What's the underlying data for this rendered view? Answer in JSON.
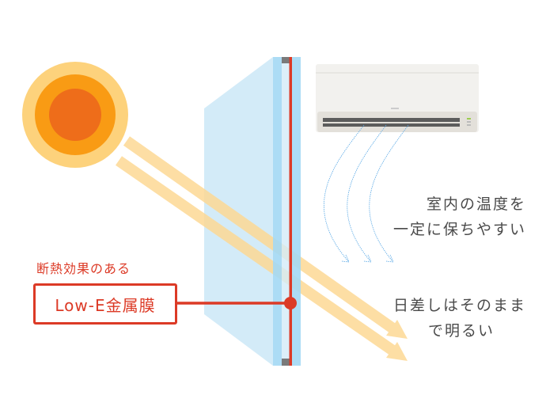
{
  "labels": {
    "film_caption": "断熱効果のある",
    "film_name": "Low-E金属膜",
    "ac_text_line1": "室内の温度を",
    "ac_text_line2": "一定に保ちやすい",
    "sun_text_line1": "日差しはそのまま",
    "sun_text_line2": "で明るい"
  },
  "colors": {
    "accent_red": "#dc3a26",
    "sun_outer": "#fdd27c",
    "sun_mid": "#f99b14",
    "sun_inner": "#ee6d1a",
    "beam": "#fde0a0",
    "glass": "#a3d8f4"
  }
}
